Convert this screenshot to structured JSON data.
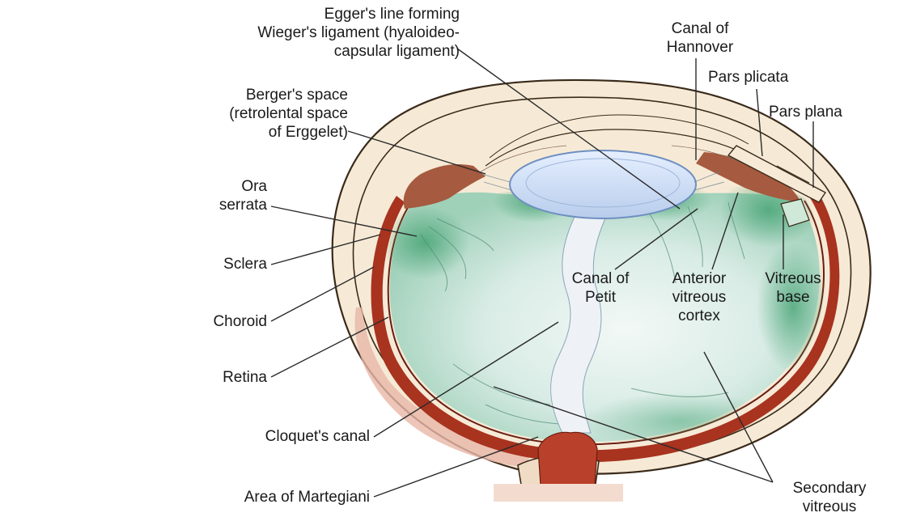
{
  "labels": {
    "eggers_line": "Egger's line forming\nWieger's ligament (hyaloideo-\ncapsular ligament)",
    "canal_hannover": "Canal of\nHannover",
    "pars_plicata": "Pars plicata",
    "pars_plana": "Pars plana",
    "bergers_space": "Berger's space\n(retrolental space\nof Erggelet)",
    "ora_serrata": "Ora\nserrata",
    "sclera": "Sclera",
    "choroid": "Choroid",
    "retina": "Retina",
    "cloquets_canal": "Cloquet's canal",
    "area_martegiani": "Area of Martegiani",
    "canal_petit": "Canal of\nPetit",
    "anterior_vitreous_cortex": "Anterior\nvitreous\ncortex",
    "vitreous_base": "Vitreous\nbase",
    "secondary_vitreous": "Secondary\nvitreous"
  },
  "colors": {
    "sclera_outer": "#f6ead6",
    "sclera_edge": "#3a2a1a",
    "choroid": "#a8331f",
    "ciliary": "#a65a3f",
    "vitreous": "#dbeeea",
    "vitreous_green": "#5fb48a",
    "lens": "#cfe0f5",
    "lens_edge": "#6f8fc0",
    "canal": "#eef2f6",
    "optic_nerve": "#b9402a",
    "nerve_sheath": "#f0dcc4"
  }
}
